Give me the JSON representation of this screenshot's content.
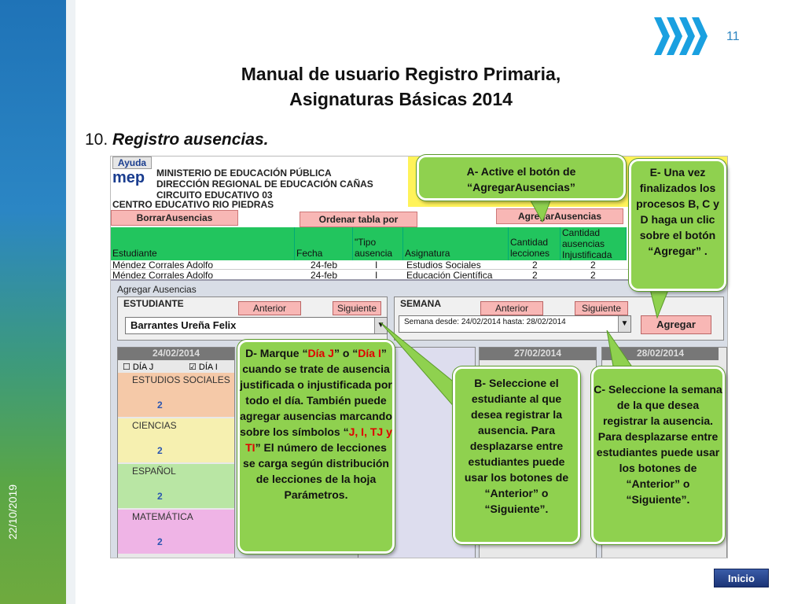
{
  "slide": {
    "date": "22/10/2019",
    "page_number": "11",
    "title_line1": "Manual de usuario Registro Primaria,",
    "title_line2": "Asignaturas Básicas 2014",
    "section_number": "10.",
    "section_title": "Registro ausencias.",
    "inicio_label": "Inicio"
  },
  "app": {
    "ayuda": "Ayuda",
    "logo": "mep",
    "header_lines": [
      "MINISTERIO DE EDUCACIÓN PÚBLICA",
      "DIRECCIÓN REGIONAL DE EDUCACIÓN CAÑAS",
      "CIRCUITO EDUCATIVO 03",
      "CENTRO EDUCATIVO  RIO PIEDRAS"
    ],
    "btn_borrar": "BorrarAusencias",
    "btn_ordenar": "Ordenar tabla por",
    "btn_agregar_aus": "AgregarAusencias",
    "columns": [
      "Estudiante",
      "Fecha",
      "\"Tipo ausencia",
      "Asignatura",
      "Cantidad lecciones",
      "Cantidad ausencias Injustificada"
    ],
    "rows": [
      [
        "Méndez Corrales Adolfo",
        "24-feb",
        "I",
        "Estudios Sociales",
        "2",
        "2"
      ],
      [
        "Méndez Corrales Adolfo",
        "24-feb",
        "I",
        "Educación Científica",
        "2",
        "2"
      ]
    ]
  },
  "dialog": {
    "caption": "Agregar Ausencias",
    "estudiante_label": "ESTUDIANTE",
    "semana_label": "SEMANA",
    "anterior": "Anterior",
    "siguiente": "Siguiente",
    "student_value": "Barrantes Ureña Felix",
    "week_value": "Semana desde: 24/02/2014 hasta: 28/02/2014",
    "agregar": "Agregar",
    "day1": "24/02/2014",
    "day3": "27/02/2014",
    "day4": "28/02/2014",
    "dia_j": "DÍA J",
    "dia_i": "DÍA I",
    "subjects": [
      "ESTUDIOS SOCIALES",
      "CIENCIAS",
      "ESPAÑOL",
      "MATEMÁTICA"
    ],
    "lesson_count": "2"
  },
  "callouts": {
    "a": "A- Active el botón de “AgregarAusencias”",
    "e": "E- Una vez finalizados los procesos B, C y D haga un clic sobre el botón “Agregar” .",
    "d_pre": "D-  Marque “",
    "d_j": "Día J",
    "d_mid": "” o “",
    "d_i": "Día I",
    "d_post": "” cuando se trate de ausencia justificada o injustificada por todo el día.  También puede agregar ausencias marcando sobre los símbolos “",
    "d_sym": "J, I, TJ y TI",
    "d_end": "” El número de lecciones se carga según  distribución de lecciones de la hoja Parámetros.",
    "b": "B- Seleccione el estudiante al que desea registrar la ausencia. Para desplazarse entre estudiantes puede usar los botones de “Anterior” o “Siguiente”.",
    "c": "C- Seleccione la semana de la que desea registrar la ausencia. Para desplazarse entre estudiantes puede usar los botones de “Anterior” o “Siguiente”."
  }
}
